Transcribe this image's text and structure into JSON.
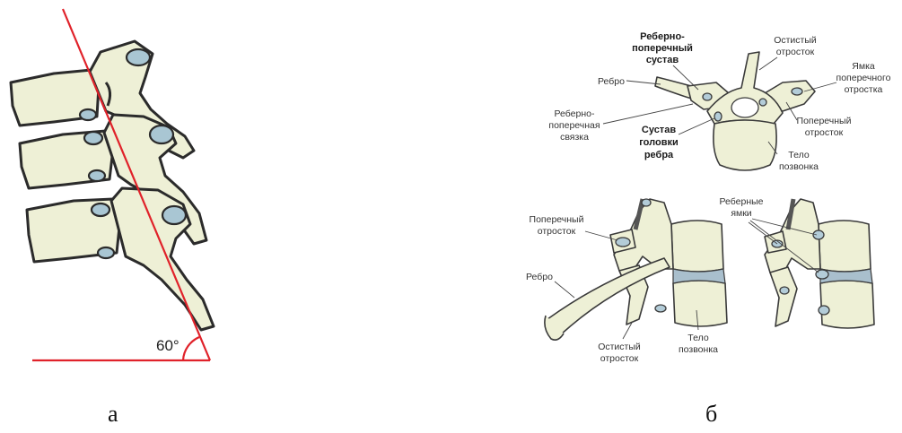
{
  "panel_a": {
    "angle_label": "60°",
    "caption": "а"
  },
  "panel_b": {
    "caption": "б",
    "top_labels": {
      "costotransverse_joint": [
        "Реберно-",
        "поперечный",
        "сустав"
      ],
      "spinous_process": [
        "Остистый",
        "отросток"
      ],
      "rib": "Ребро",
      "transverse_fossa": [
        "Ямка",
        "поперечного",
        "отростка"
      ],
      "costotransverse_ligament": [
        "Реберно-",
        "поперечная",
        "связка"
      ],
      "transverse_process": [
        "Поперечный",
        "отросток"
      ],
      "rib_head_joint": [
        "Сустав",
        "головки",
        "ребра"
      ],
      "vertebral_body": [
        "Тело",
        "позвонка"
      ]
    },
    "bottom_labels": {
      "transverse_process": [
        "Поперечный",
        "отросток"
      ],
      "costal_facets": [
        "Реберные",
        "ямки"
      ],
      "rib": "Ребро",
      "spinous_process": [
        "Остистый",
        "отросток"
      ],
      "vertebral_body": [
        "Тело",
        "позвонка"
      ]
    }
  }
}
